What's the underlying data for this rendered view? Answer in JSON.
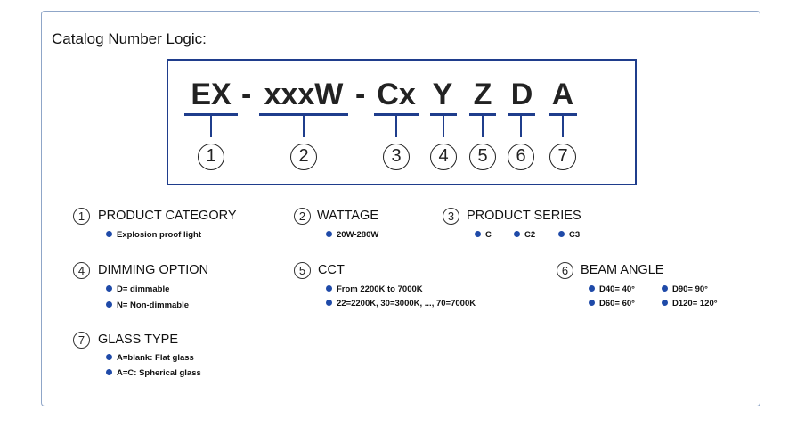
{
  "title": "Catalog Number Logic:",
  "code": {
    "segments": [
      "EX",
      "xxxW",
      "Cx",
      "Y",
      "Z",
      "D",
      "A"
    ],
    "separator": "-",
    "numbers": [
      "1",
      "2",
      "3",
      "4",
      "5",
      "6",
      "7"
    ]
  },
  "legend": {
    "product_category": {
      "num": "1",
      "label": "PRODUCT CATEGORY",
      "items": [
        "Explosion proof light"
      ]
    },
    "wattage": {
      "num": "2",
      "label": "WATTAGE",
      "items": [
        "20W-280W"
      ]
    },
    "product_series": {
      "num": "3",
      "label": "PRODUCT SERIES",
      "items": [
        "C",
        "C2",
        "C3"
      ]
    },
    "dimming_option": {
      "num": "4",
      "label": "DIMMING OPTION",
      "items": [
        "D= dimmable",
        "N= Non-dimmable"
      ]
    },
    "cct": {
      "num": "5",
      "label": "CCT",
      "items": [
        "From 2200K to 7000K",
        "22=2200K, 30=3000K, ..., 70=7000K"
      ]
    },
    "beam_angle": {
      "num": "6",
      "label": "BEAM ANGLE",
      "items": [
        "D40= 40°",
        "D90= 90°",
        "D60= 60°",
        "D120= 120°"
      ]
    },
    "glass_type": {
      "num": "7",
      "label": "GLASS TYPE",
      "items": [
        "A=blank: Flat glass",
        "A=C: Spherical glass"
      ]
    }
  },
  "colors": {
    "accent": "#1f3d8c",
    "bullet": "#1f4aa8",
    "card_border": "#8fa6c8"
  }
}
